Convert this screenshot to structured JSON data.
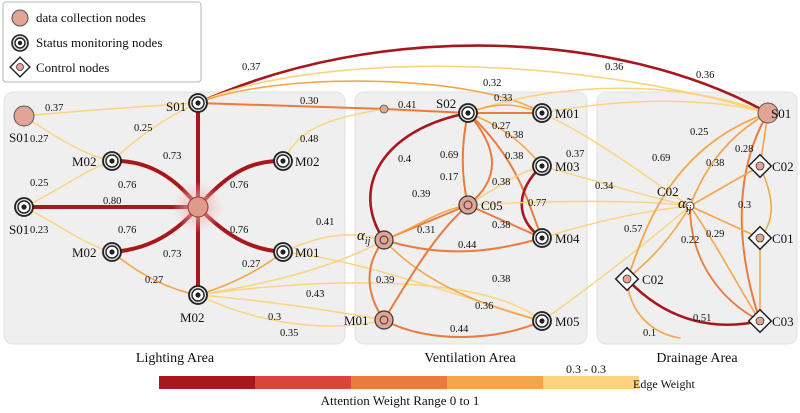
{
  "legend": {
    "data_collection": "data collection nodes",
    "status_monitoring": "Status monitoring nodes",
    "control": "Control nodes"
  },
  "areas": {
    "lighting": "Lighting Area",
    "ventilation": "Ventilation Area",
    "drainage": "Drainage Area"
  },
  "color_bar": {
    "title": "Attention Weight Range 0 to 1",
    "range_label": "0.3 - 0.3",
    "edge_weight_label": "Edge Weight",
    "colors": [
      "#a7171c",
      "#d9453b",
      "#ec7a3c",
      "#f5a64a",
      "#fbd37c"
    ]
  },
  "alpha": {
    "ventilation": "α",
    "ventilation_sub": "ij",
    "drainage": "α̃",
    "drainage_sub": "ij"
  },
  "nodes": {
    "L_S01_top": "S01",
    "L_S01_mid": "S01",
    "L_S01_left": "S01",
    "L_M02_a": "M02",
    "L_M02_b": "M02",
    "L_M02_c": "M02",
    "L_M02_bottom": "M02",
    "L_M01": "M01",
    "V_S02": "S02",
    "V_M01_top": "M01",
    "V_M03": "M03",
    "V_C05": "C05",
    "V_M04": "M04",
    "V_M01_bot": "M01",
    "V_M05": "M05",
    "D_S01": "S01",
    "D_C02_center": "C02",
    "D_C02_r": "C02",
    "D_C01": "C01",
    "D_C02_left": "C02",
    "D_C03": "C03"
  },
  "edge_labels": [
    "0.37",
    "0.36",
    "0.36",
    "0.37",
    "0.30",
    "0.41",
    "0.32",
    "0.33",
    "0.25",
    "0.27",
    "0.48",
    "0.73",
    "0.76",
    "0.76",
    "0.25",
    "0.80",
    "0.23",
    "0.76",
    "0.73",
    "0.76",
    "0.27",
    "0.27",
    "0.41",
    "0.43",
    "0.3",
    "0.35",
    "0.4",
    "0.69",
    "0.17",
    "0.39",
    "0.31",
    "0.44",
    "0.38",
    "0.38",
    "0.77",
    "0.38",
    "0.38",
    "0.36",
    "0.44",
    "0.39",
    "0.27",
    "0.38",
    "0.37",
    "0.34",
    "0.25",
    "0.69",
    "0.38",
    "0.28",
    "0.3",
    "0.29",
    "0.57",
    "0.22",
    "0.51",
    "0.1"
  ]
}
